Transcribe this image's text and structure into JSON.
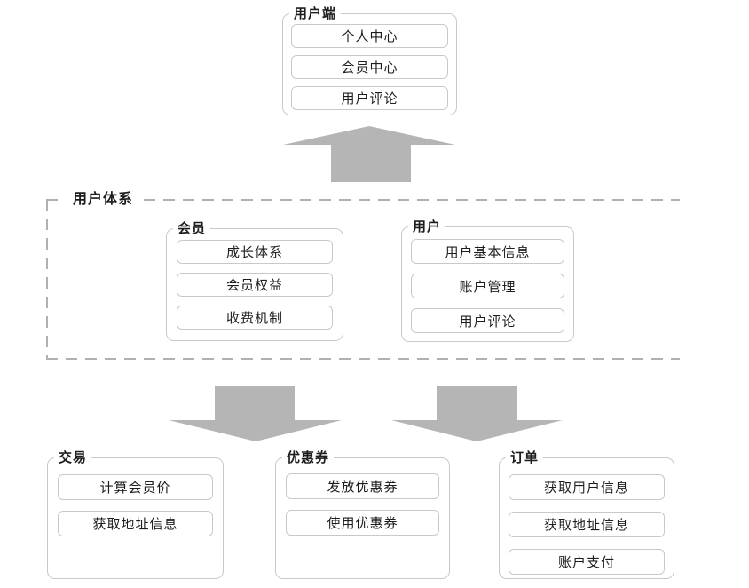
{
  "diagram": {
    "client": {
      "label": "用户端",
      "items": [
        "个人中心",
        "会员中心",
        "用户评论"
      ]
    },
    "user_system": {
      "label": "用户体系",
      "groups": [
        {
          "label": "会员",
          "items": [
            "成长体系",
            "会员权益",
            "收费机制"
          ]
        },
        {
          "label": "用户",
          "items": [
            "用户基本信息",
            "账户管理",
            "用户评论"
          ]
        }
      ]
    },
    "bottom_groups": [
      {
        "label": "交易",
        "items": [
          "计算会员价",
          "获取地址信息"
        ]
      },
      {
        "label": "优惠券",
        "items": [
          "发放优惠券",
          "使用优惠券"
        ]
      },
      {
        "label": "订单",
        "items": [
          "获取用户信息",
          "获取地址信息",
          "账户支付"
        ]
      }
    ]
  },
  "colors": {
    "arrow": "#b5b5b5",
    "border": "#c9c9c9",
    "dash": "#b0b0b0",
    "text": "#1d1d1d",
    "bg": "#ffffff"
  }
}
